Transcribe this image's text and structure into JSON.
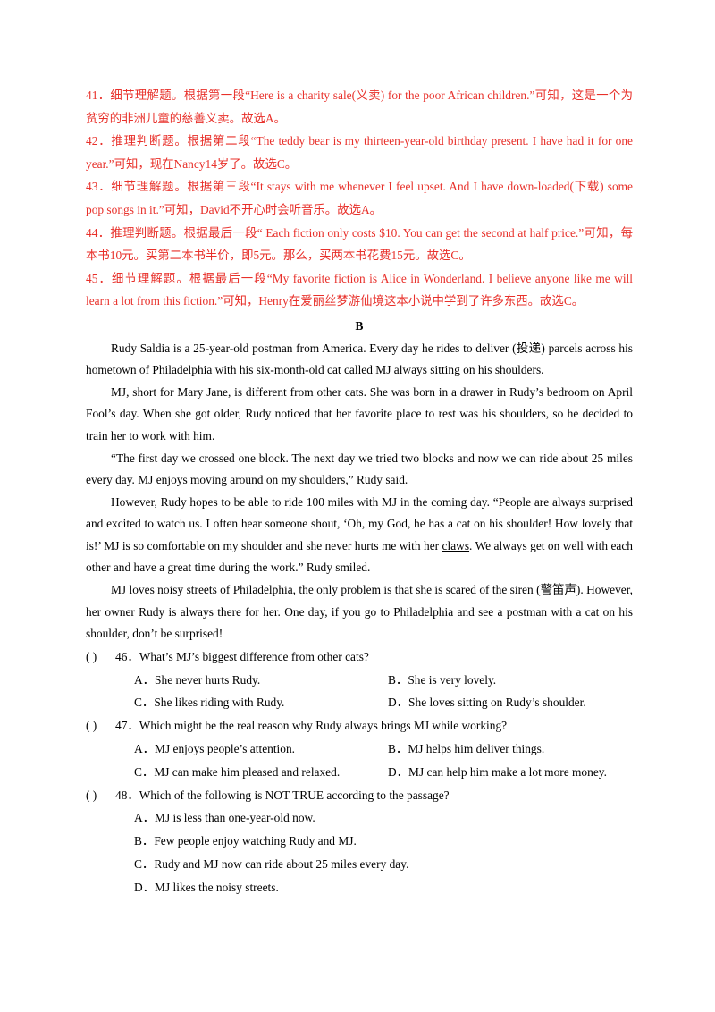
{
  "answers": [
    "41．细节理解题。根据第一段“Here is a charity sale(义卖) for the poor African children.”可知，这是一个为贫穷的非洲儿童的慈善义卖。故选A。",
    "42．推理判断题。根据第二段“The teddy bear is my thirteen-year-old birthday present. I have had it for one year.”可知，现在Nancy14岁了。故选C。",
    "43．细节理解题。根据第三段“It stays with me whenever I feel upset. And I have down-loaded(下载) some pop songs in it.”可知，David不开心时会听音乐。故选A。",
    "44．推理判断题。根据最后一段“  Each fiction only costs $10. You can get the second at half price.”可知，每本书10元。买第二本书半价，即5元。那么，买两本书花费15元。故选C。",
    "45．细节理解题。根据最后一段“My favorite fiction is Alice in Wonderland. I believe anyone like me will learn a lot from this fiction.”可知，Henry在爱丽丝梦游仙境这本小说中学到了许多东西。故选C。"
  ],
  "section_title": "B",
  "passage": {
    "p1": "Rudy Saldia is a 25-year-old postman from America. Every day he rides to deliver (投递) parcels across his hometown of Philadelphia with his six-month-old cat called MJ always sitting on his shoulders.",
    "p2": "MJ, short for Mary Jane, is different from other cats. She was born in a drawer in Rudy’s bedroom on April Fool’s day. When she got older, Rudy noticed that her favorite place to rest was his shoulders, so he decided to train her to work with him.",
    "p3": "“The first day we crossed one block. The next day we tried two blocks and now we can ride about 25 miles every day. MJ enjoys moving around on my shoulders,” Rudy said.",
    "p4_before": "However, Rudy hopes to be able to ride 100 miles with MJ in the coming day. “People are always surprised and excited to watch us. I often hear someone shout, ‘Oh, my God, he has a cat on his shoulder! How lovely that is!’ MJ is so comfortable on my shoulder and she never hurts me with her ",
    "p4_underlined": "claws",
    "p4_after": ". We always get on well with each other and have a great time during the work.” Rudy smiled.",
    "p5": "MJ loves noisy streets of Philadelphia, the only problem is that she is scared of the siren (警笛声). However, her owner Rudy is always there for her. One day, if you go to Philadelphia and see a postman with a cat on his shoulder, don’t be surprised!"
  },
  "questions": {
    "q46": {
      "paren": "(        )",
      "stem": "46．What’s MJ’s biggest difference from other cats?",
      "a": "A．She never hurts Rudy.",
      "b": "B．She is very lovely.",
      "c": "C．She likes riding with Rudy.",
      "d": "D．She loves sitting on Rudy’s shoulder."
    },
    "q47": {
      "paren": "(        )",
      "stem": "47．Which might be the real reason why Rudy always brings MJ while working?",
      "a": "A．MJ enjoys people’s attention.",
      "b": "B．MJ helps him deliver things.",
      "c": "C．MJ can make him pleased and relaxed.",
      "d": "D．MJ can help him make a lot more money."
    },
    "q48": {
      "paren": "(        )",
      "stem": "48．Which of the following is NOT TRUE according to the passage?",
      "a": "A．MJ is less than one-year-old now.",
      "b": "B．Few people enjoy watching Rudy and MJ.",
      "c": "C．Rudy and MJ now can ride about 25 miles every day.",
      "d": "D．MJ likes the noisy streets."
    }
  }
}
